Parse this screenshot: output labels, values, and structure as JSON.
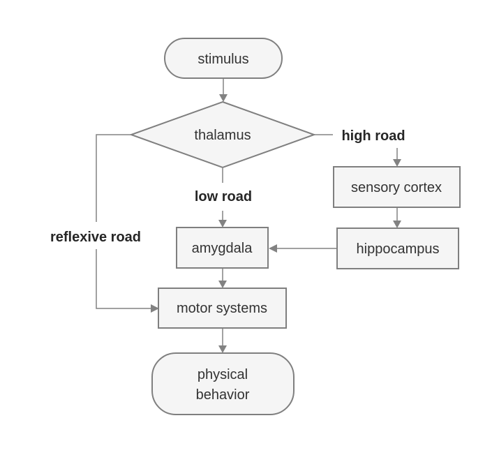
{
  "diagram": {
    "type": "flowchart",
    "nodes": {
      "stimulus": {
        "label": "stimulus",
        "shape": "stadium"
      },
      "thalamus": {
        "label": "thalamus",
        "shape": "diamond"
      },
      "sensory_cortex": {
        "label": "sensory cortex",
        "shape": "rect"
      },
      "hippocampus": {
        "label": "hippocampus",
        "shape": "rect"
      },
      "amygdala": {
        "label": "amygdala",
        "shape": "rect"
      },
      "motor_systems": {
        "label": "motor systems",
        "shape": "rect"
      },
      "physical_behavior": {
        "shape": "stadium",
        "lines": [
          "physical",
          "behavior"
        ]
      }
    },
    "edge_labels": {
      "high_road": "high road",
      "low_road": "low road",
      "reflexive_road": "reflexive road"
    },
    "edges": [
      {
        "from": "stimulus",
        "to": "thalamus",
        "label": ""
      },
      {
        "from": "thalamus",
        "to": "sensory_cortex",
        "label": "high road"
      },
      {
        "from": "sensory_cortex",
        "to": "hippocampus",
        "label": ""
      },
      {
        "from": "hippocampus",
        "to": "amygdala",
        "label": ""
      },
      {
        "from": "thalamus",
        "to": "amygdala",
        "label": "low road"
      },
      {
        "from": "amygdala",
        "to": "motor_systems",
        "label": ""
      },
      {
        "from": "thalamus",
        "to": "motor_systems",
        "label": "reflexive road"
      },
      {
        "from": "motor_systems",
        "to": "physical_behavior",
        "label": ""
      }
    ],
    "colors": {
      "background": "#ffffff",
      "node_fill": "#f5f5f5",
      "node_border": "#7f7f7f",
      "connector": "#828282",
      "node_text": "#333333",
      "label_text": "#262626"
    }
  }
}
